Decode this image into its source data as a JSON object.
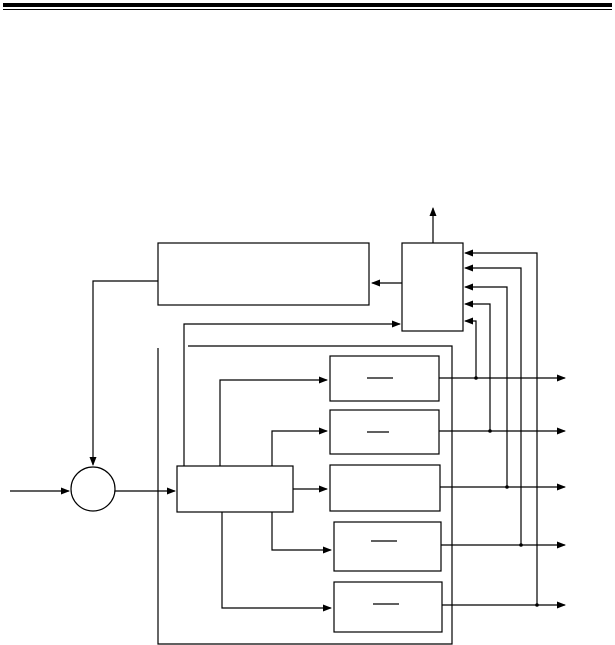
{
  "page": {
    "background": "#ffffff",
    "ink": "#000000"
  },
  "diagram": {
    "blocks": [
      {
        "id": "top-wide-block",
        "label": ""
      },
      {
        "id": "top-right-block",
        "label": ""
      },
      {
        "id": "summing-junction",
        "label": ""
      },
      {
        "id": "center-block",
        "label": ""
      },
      {
        "id": "output-block-1",
        "label": "",
        "mark": "fraction-bar"
      },
      {
        "id": "output-block-2",
        "label": "",
        "mark": "fraction-bar"
      },
      {
        "id": "output-block-3",
        "label": ""
      },
      {
        "id": "output-block-4",
        "label": "",
        "mark": "fraction-bar"
      },
      {
        "id": "output-block-5",
        "label": "",
        "mark": "fraction-bar"
      }
    ],
    "outputs": 5
  }
}
